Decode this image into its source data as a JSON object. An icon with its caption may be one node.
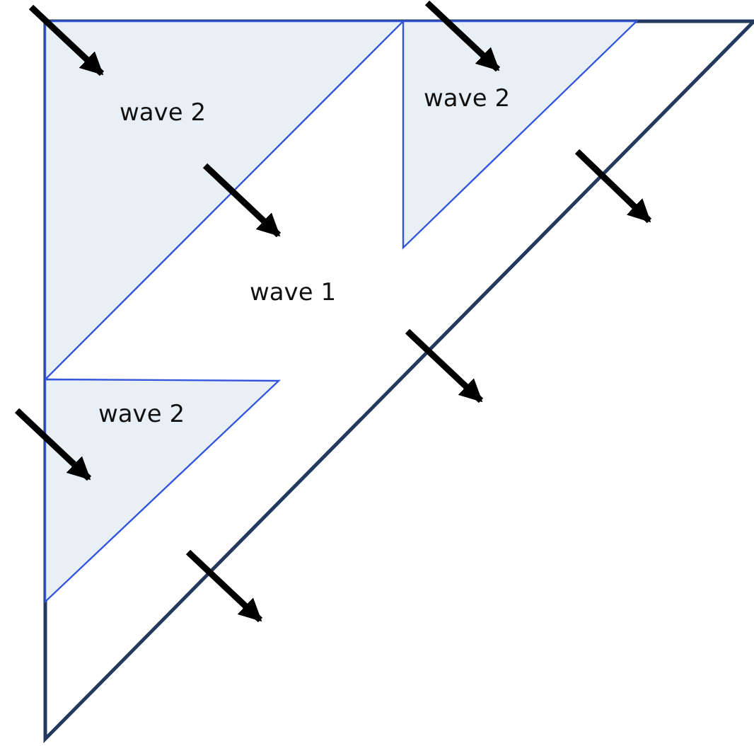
{
  "diagram": {
    "nodes": [
      {
        "text": [
          "wave 1"
        ]
      },
      {
        "text": [
          "wave 2"
        ],
        "in": 0
      },
      {
        "text": [
          "wave 2"
        ],
        "in": 0
      },
      {
        "text": [
          "wave 2"
        ],
        "in": 0
      }
    ]
  }
}
